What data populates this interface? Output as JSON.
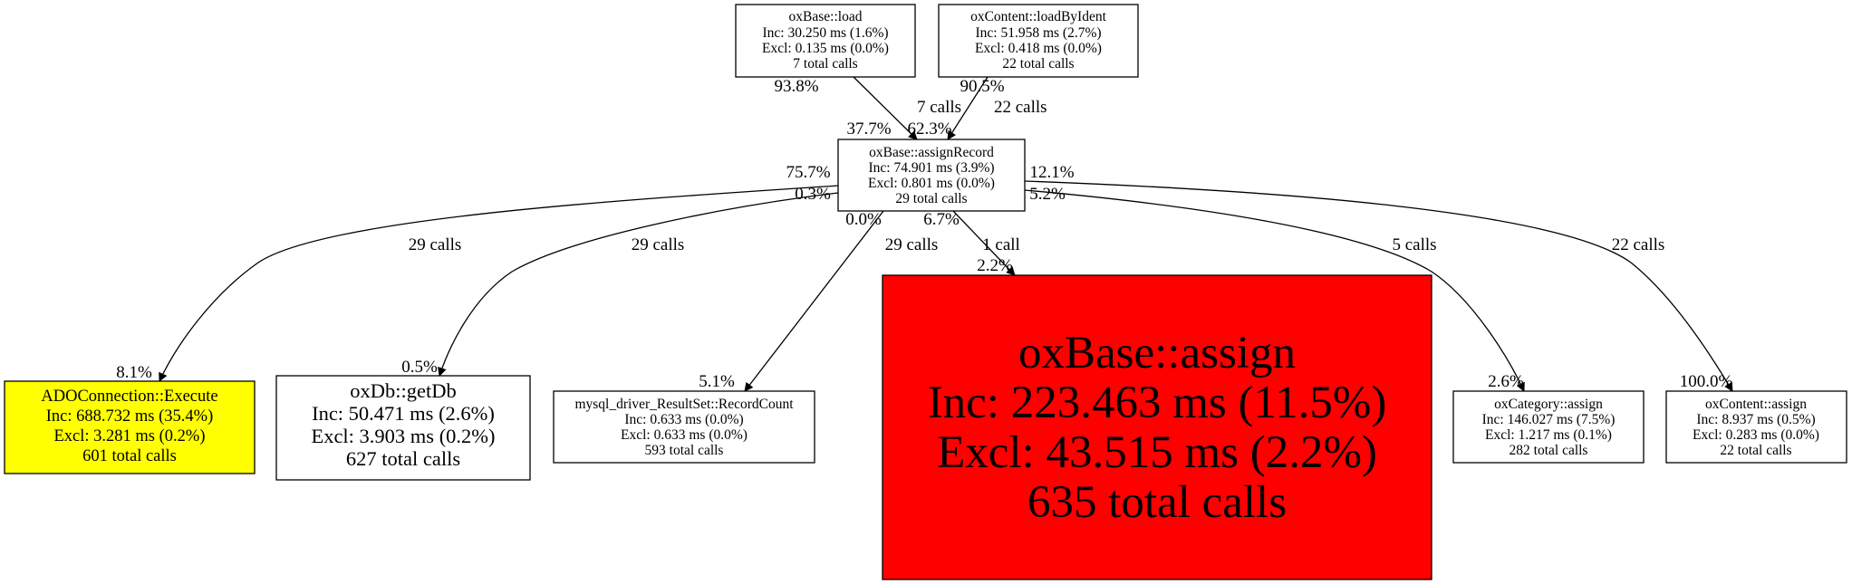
{
  "nodes": {
    "load": {
      "name": "oxBase::load",
      "inc": "Inc: 30.250 ms (1.6%)",
      "excl": "Excl: 0.135 ms (0.0%)",
      "calls": "7 total calls",
      "fill": "#ffffff"
    },
    "loadByIdent": {
      "name": "oxContent::loadByIdent",
      "inc": "Inc: 51.958 ms (2.7%)",
      "excl": "Excl: 0.418 ms (0.0%)",
      "calls": "22 total calls",
      "fill": "#ffffff"
    },
    "assignRecord": {
      "name": "oxBase::assignRecord",
      "inc": "Inc: 74.901 ms (3.9%)",
      "excl": "Excl: 0.801 ms (0.0%)",
      "calls": "29 total calls",
      "fill": "#ffffff"
    },
    "ado": {
      "name": "ADOConnection::Execute",
      "inc": "Inc: 688.732 ms (35.4%)",
      "excl": "Excl: 3.281 ms (0.2%)",
      "calls": "601 total calls",
      "fill": "#ffff00"
    },
    "getDb": {
      "name": "oxDb::getDb",
      "inc": "Inc: 50.471 ms (2.6%)",
      "excl": "Excl: 3.903 ms (0.2%)",
      "calls": "627 total calls",
      "fill": "#ffffff"
    },
    "mysql": {
      "name": "mysql_driver_ResultSet::RecordCount",
      "inc": "Inc: 0.633 ms (0.0%)",
      "excl": "Excl: 0.633 ms (0.0%)",
      "calls": "593 total calls",
      "fill": "#ffffff"
    },
    "assign": {
      "name": "oxBase::assign",
      "inc": "Inc: 223.463 ms (11.5%)",
      "excl": "Excl: 43.515 ms (2.2%)",
      "calls": "635 total calls",
      "fill": "#ff0000"
    },
    "category": {
      "name": "oxCategory::assign",
      "inc": "Inc: 146.027 ms (7.5%)",
      "excl": "Excl: 1.217 ms (0.1%)",
      "calls": "282 total calls",
      "fill": "#ffffff"
    },
    "contentAssign": {
      "name": "oxContent::assign",
      "inc": "Inc: 8.937 ms (0.5%)",
      "excl": "Excl: 0.283 ms (0.0%)",
      "calls": "22 total calls",
      "fill": "#ffffff"
    }
  },
  "edges": [
    {
      "from": "oxBase::load",
      "to": "oxBase::assignRecord",
      "calls": "7 calls",
      "tail": "93.8%",
      "head": "37.7%"
    },
    {
      "from": "oxContent::loadByIdent",
      "to": "oxBase::assignRecord",
      "calls": "22 calls",
      "tail": "90.5%",
      "head": "62.3%"
    },
    {
      "from": "oxBase::assignRecord",
      "to": "ADOConnection::Execute",
      "calls": "29 calls",
      "tail": "75.7%",
      "head": "8.1%"
    },
    {
      "from": "oxBase::assignRecord",
      "to": "oxDb::getDb",
      "calls": "29 calls",
      "tail": "0.3%",
      "head": "0.5%"
    },
    {
      "from": "oxBase::assignRecord",
      "to": "mysql_driver_ResultSet::RecordCount",
      "calls": "29 calls",
      "tail": "0.0%",
      "head": "5.1%"
    },
    {
      "from": "oxBase::assignRecord",
      "to": "oxBase::assign",
      "calls": "1 call",
      "tail": "6.7%",
      "head": "2.2%"
    },
    {
      "from": "oxBase::assignRecord",
      "to": "oxCategory::assign",
      "calls": "5 calls",
      "tail": "5.2%",
      "head": "2.6%"
    },
    {
      "from": "oxBase::assignRecord",
      "to": "oxContent::assign",
      "calls": "22 calls",
      "tail": "12.1%",
      "head": "100.0%"
    }
  ]
}
